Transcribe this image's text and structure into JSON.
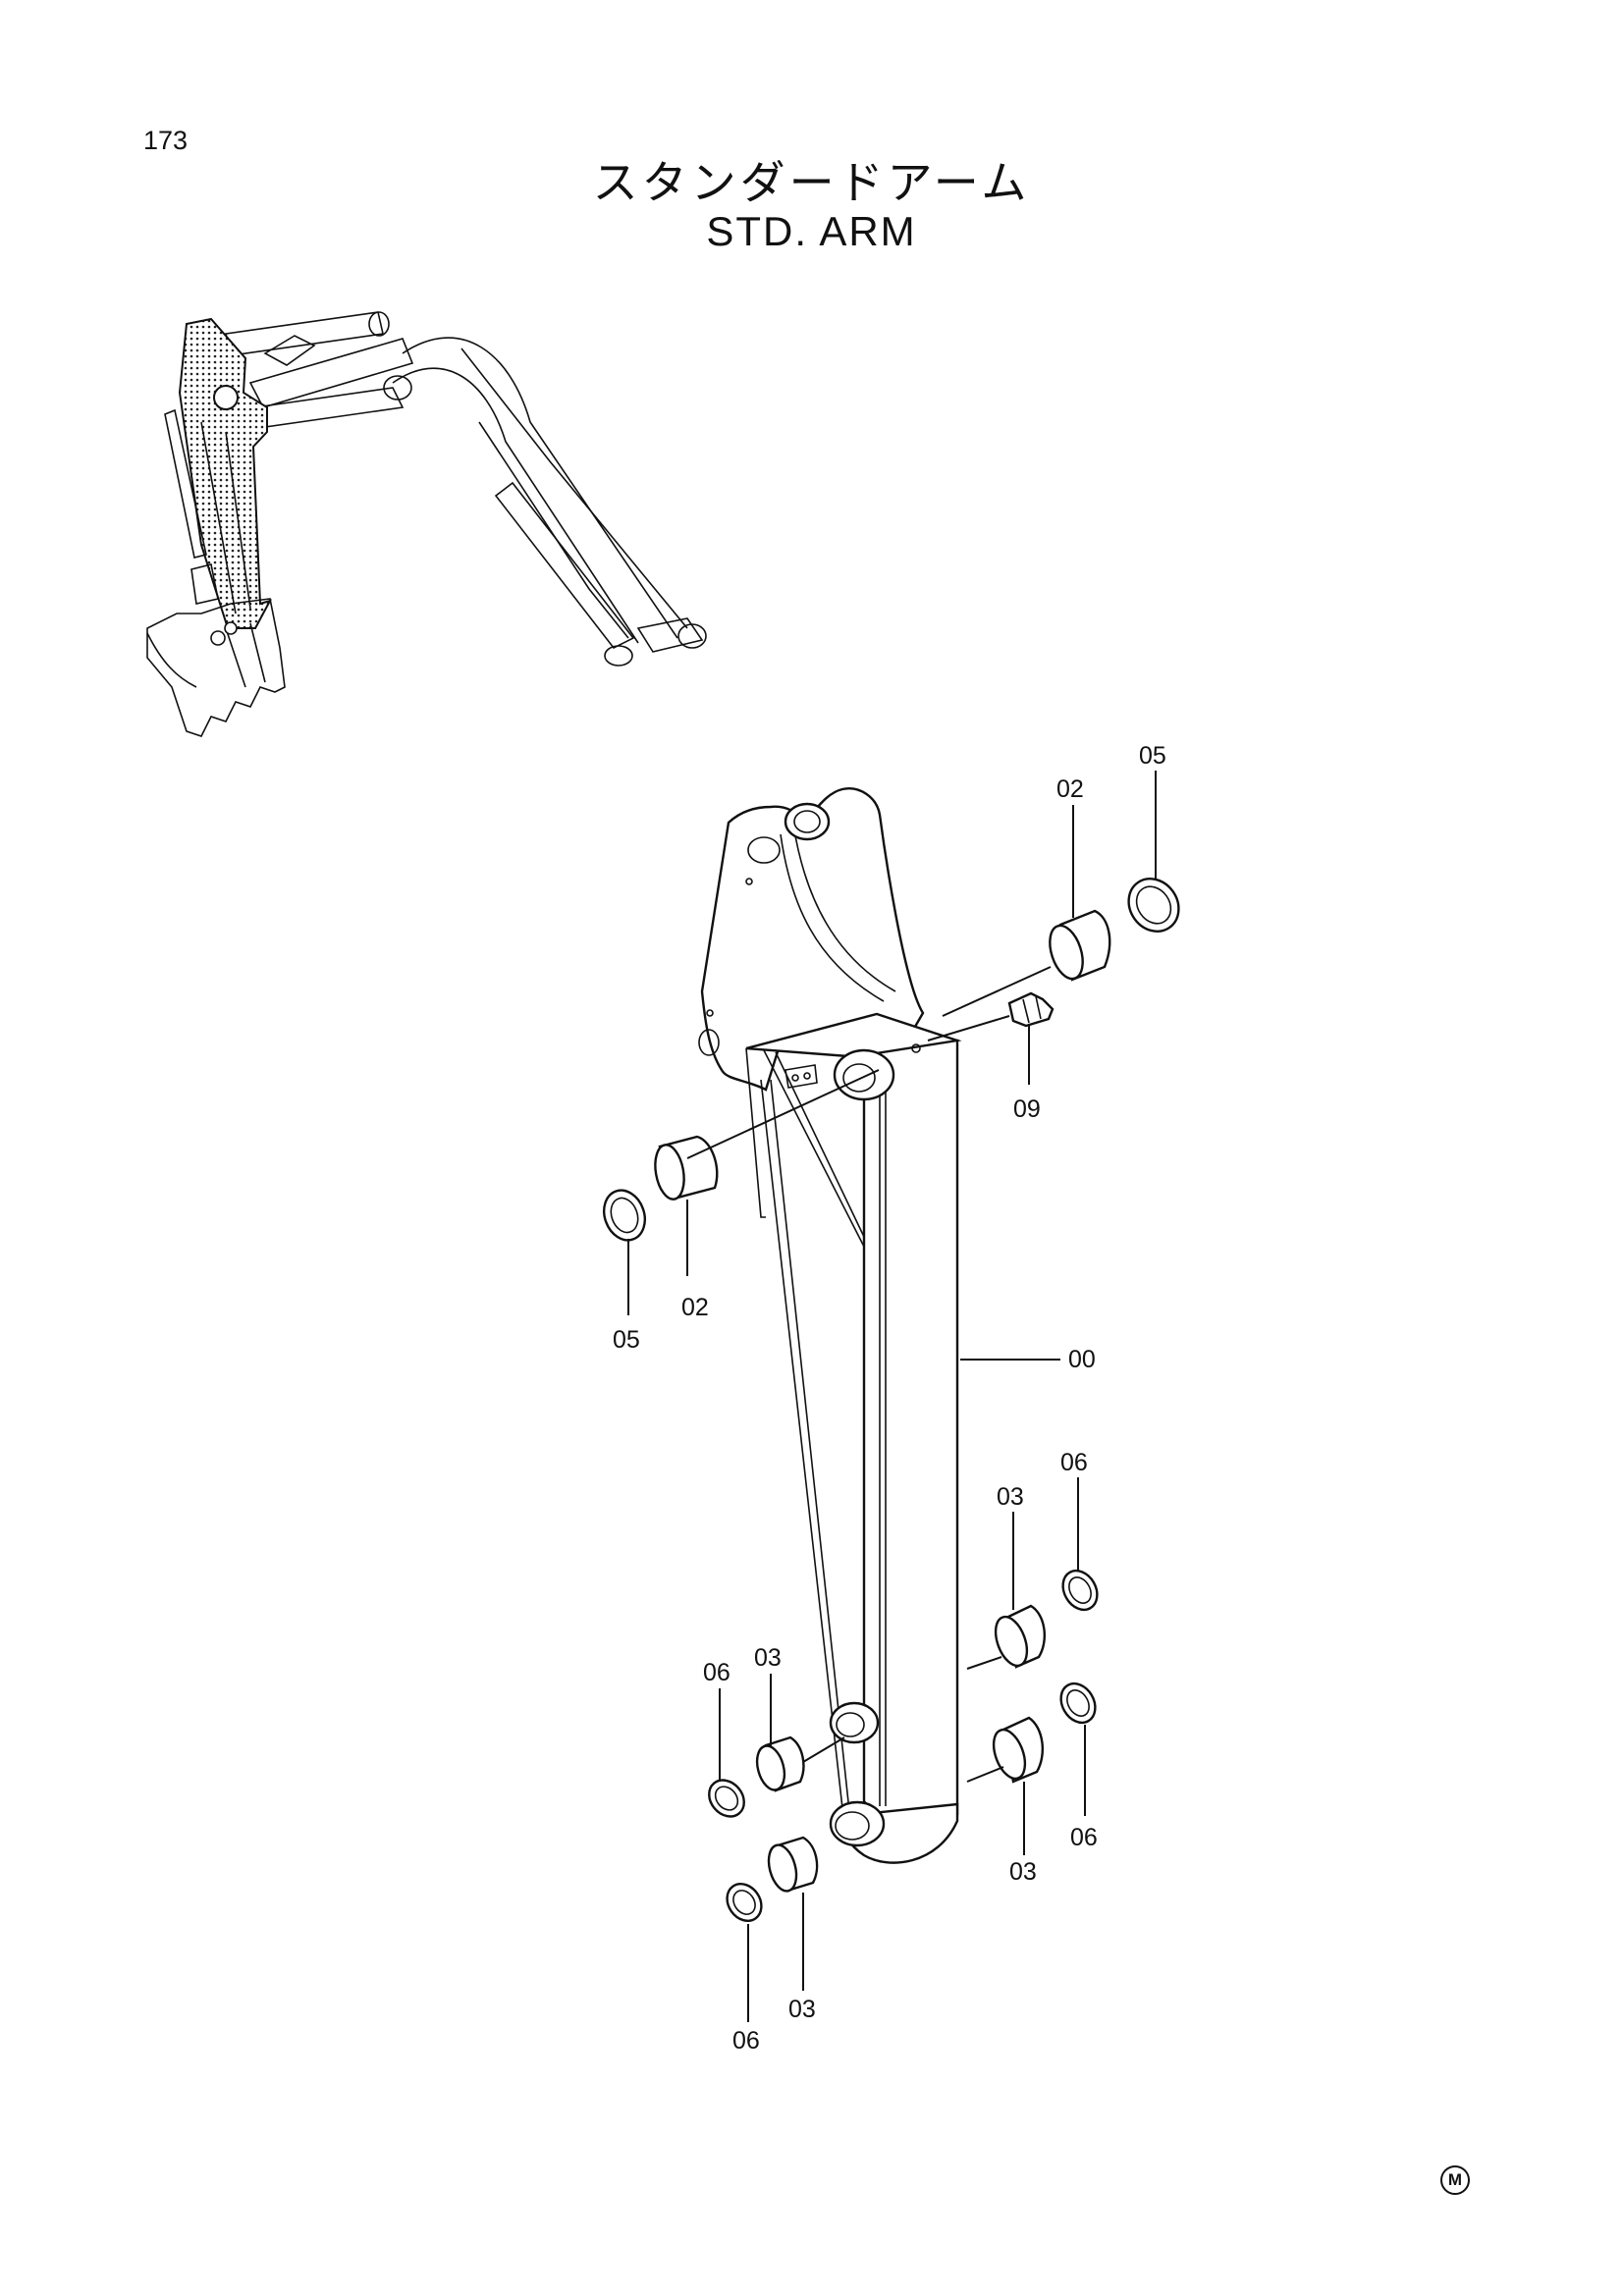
{
  "page": {
    "number": "173"
  },
  "title": {
    "japanese": "スタンダードアーム",
    "english": "STD. ARM"
  },
  "diagram": {
    "labels": {
      "l00": "00",
      "l02a": "02",
      "l02b": "02",
      "l03a": "03",
      "l03b": "03",
      "l03c": "03",
      "l03d": "03",
      "l05a": "05",
      "l05b": "05",
      "l06a": "06",
      "l06b": "06",
      "l06c": "06",
      "l06d": "06",
      "l09": "09"
    }
  },
  "corner_mark": "M"
}
